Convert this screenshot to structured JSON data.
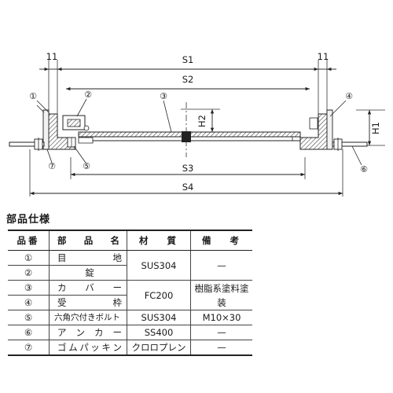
{
  "drawing": {
    "dimensions": {
      "offset_left": "11",
      "offset_right": "11",
      "s1": "S1",
      "s2": "S2",
      "s3": "S3",
      "s4": "S4",
      "h1": "H1",
      "h2": "H2"
    },
    "callouts": [
      "①",
      "②",
      "③",
      "④",
      "⑤",
      "⑥",
      "⑦"
    ]
  },
  "spec": {
    "title": "部品仕様",
    "headers": {
      "no": "品番",
      "name_chars": [
        "部",
        "品",
        "名"
      ],
      "material_chars": [
        "材",
        "質"
      ],
      "note_chars": [
        "備",
        "考"
      ]
    },
    "rows": [
      {
        "no": "①",
        "name_chars": [
          "目",
          "地"
        ],
        "material": "SUS304",
        "note": "—"
      },
      {
        "no": "②",
        "name_chars": [
          "錠"
        ],
        "material": "",
        "note": ""
      },
      {
        "no": "③",
        "name_chars": [
          "カ",
          "バ",
          "ー"
        ],
        "material": "FC200",
        "note": "樹脂系塗料塗装"
      },
      {
        "no": "④",
        "name_chars": [
          "受",
          "枠"
        ],
        "material": "",
        "note": ""
      },
      {
        "no": "⑤",
        "name": "六角穴付きボルト",
        "material": "SUS304",
        "note": "M10×30"
      },
      {
        "no": "⑥",
        "name_chars": [
          "ア",
          "ン",
          "カ",
          "ー"
        ],
        "material": "SS400",
        "note": "—"
      },
      {
        "no": "⑦",
        "name_chars": [
          "ゴ",
          "ム",
          "パ",
          "ッ",
          "キ",
          "ン"
        ],
        "material": "クロロプレン",
        "note": "—"
      }
    ]
  }
}
